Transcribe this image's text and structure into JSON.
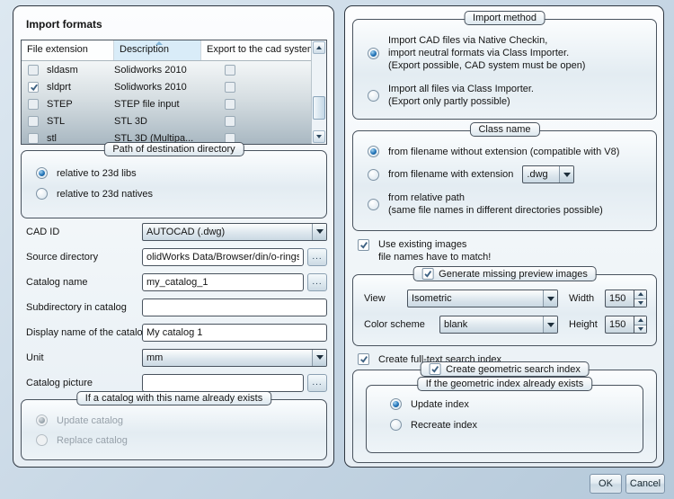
{
  "dialog": {
    "ok_label": "OK",
    "cancel_label": "Cancel"
  },
  "import_formats": {
    "title": "Import formats",
    "table": {
      "columns": [
        "File extension",
        "Description",
        "Export to the cad system"
      ],
      "rows": [
        {
          "enabled": false,
          "extension": "sldasm",
          "description": "Solidworks 2010",
          "export": false
        },
        {
          "enabled": true,
          "extension": "sldprt",
          "description": "Solidworks 2010",
          "export": false
        },
        {
          "enabled": false,
          "extension": "STEP",
          "description": "STEP file input",
          "export": false
        },
        {
          "enabled": false,
          "extension": "STL",
          "description": "STL 3D",
          "export": false
        },
        {
          "enabled": false,
          "extension": "stl",
          "description": "STL 3D (Multipa...",
          "export": false
        }
      ]
    },
    "path_group": {
      "caption": "Path of destination directory",
      "option1": "relative to 23d libs",
      "option2": "relative to 23d natives",
      "selected": "relative to 23d libs"
    },
    "fields": {
      "cad_id": {
        "label": "CAD ID",
        "value": "AUTOCAD (.dwg)"
      },
      "source_directory": {
        "label": "Source directory",
        "value": "olidWorks Data/Browser/din/o-rings",
        "browse": "..."
      },
      "catalog_name": {
        "label": "Catalog name",
        "value": "my_catalog_1",
        "browse": "..."
      },
      "subdirectory": {
        "label": "Subdirectory in catalog",
        "value": ""
      },
      "display_name": {
        "label": "Display name of the catalog",
        "value": "My catalog 1"
      },
      "unit": {
        "label": "Unit",
        "value": "mm"
      },
      "catalog_picture": {
        "label": "Catalog picture",
        "value": "",
        "browse": "..."
      }
    },
    "exists_group": {
      "caption": "If a catalog with this name already exists",
      "option1": "Update catalog",
      "option2": "Replace catalog",
      "selected": "Update catalog",
      "disabled": true
    }
  },
  "import_method": {
    "caption": "Import method",
    "option1_line1": "Import CAD files via Native Checkin,",
    "option1_line2": "import neutral formats via Class Importer.",
    "option1_line3": "(Export possible, CAD system must be open)",
    "option2_line1": "Import all files via Class Importer.",
    "option2_line2": "(Export only partly possible)",
    "selected_option": 1
  },
  "class_name": {
    "caption": "Class name",
    "option1": "from filename without extension (compatible with V8)",
    "option2": "from filename with extension",
    "option2_combo": ".dwg",
    "option3_line1": "from relative path",
    "option3_line2": "(same file names in different directories possible)",
    "selected_option": 1
  },
  "images": {
    "use_existing_line1": "Use existing images",
    "use_existing_line2": "file names have to match!",
    "use_existing_checked": true,
    "generate_group": {
      "caption": "Generate missing preview images",
      "checked": true,
      "view_label": "View",
      "view_value": "Isometric",
      "width_label": "Width",
      "width_value": "150",
      "color_scheme_label": "Color scheme",
      "color_scheme_value": "blank",
      "height_label": "Height",
      "height_value": "150"
    }
  },
  "indexes": {
    "fulltext_label": "Create full-text search index",
    "fulltext_checked": true,
    "geometric_group": {
      "caption": "Create geometric search index",
      "checked": true,
      "exists_group": {
        "caption": "If the geometric index already exists",
        "option1": "Update index",
        "option2": "Recreate index",
        "selected": "Update index"
      }
    }
  }
}
